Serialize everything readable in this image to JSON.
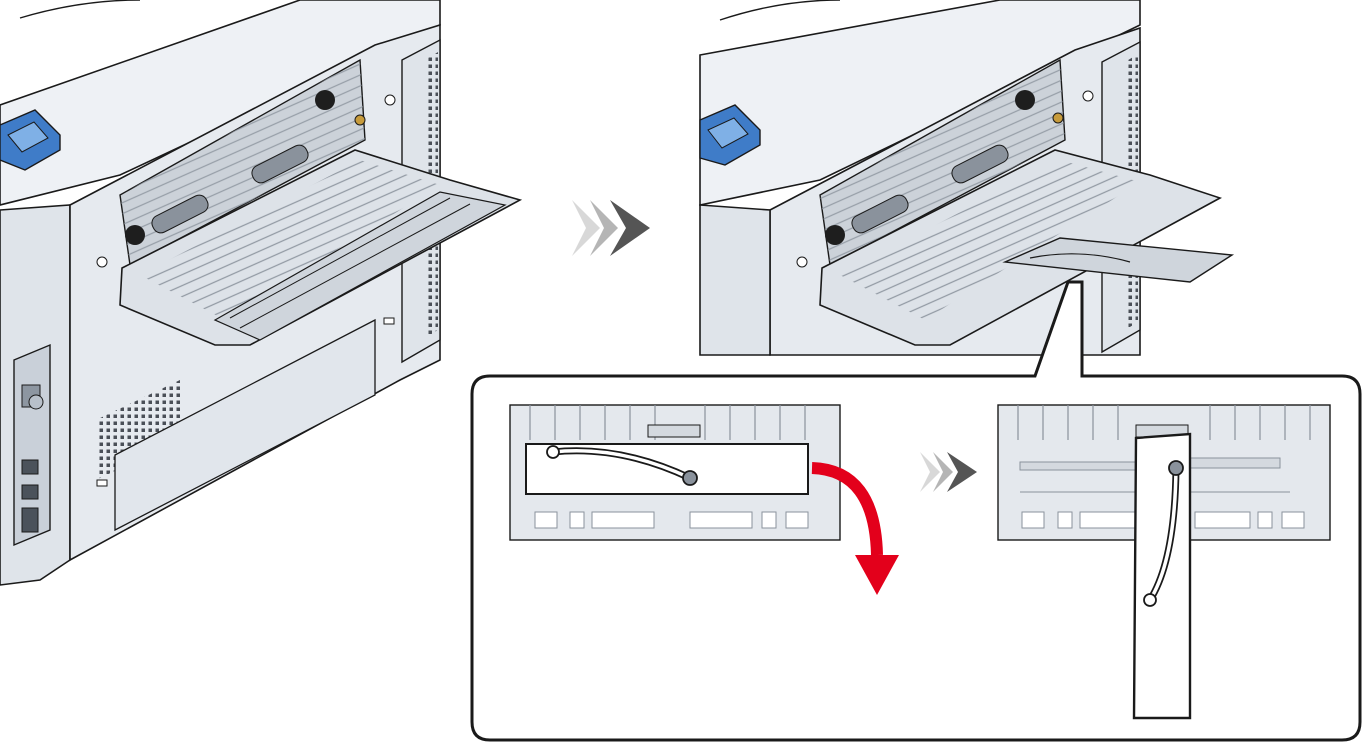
{
  "figure": {
    "panels": [
      {
        "id": "printer-rear-tray-closed",
        "description_icon": "printer-rear-exit-tray-open"
      },
      {
        "id": "printer-rear-tray-extended",
        "description_icon": "printer-rear-exit-tray-extended"
      }
    ],
    "step_arrows": [
      "triple-chevron-icon",
      "triple-chevron-icon"
    ],
    "detail_callout": {
      "left_view": "paper-stopper-folded",
      "right_view": "paper-stopper-unfolded",
      "motion_arrow": "curved-red-arrow-icon"
    }
  },
  "colors": {
    "outline": "#1a1a1a",
    "body_fill": "#e9edf2",
    "body_shade": "#c9d0d9",
    "tray_fill": "#dde2e8",
    "accent_blue": "#3f7cc8",
    "arrow_red": "#e3001b",
    "chevron_dark": "#555555",
    "chevron_light": "#b5b5b5"
  }
}
